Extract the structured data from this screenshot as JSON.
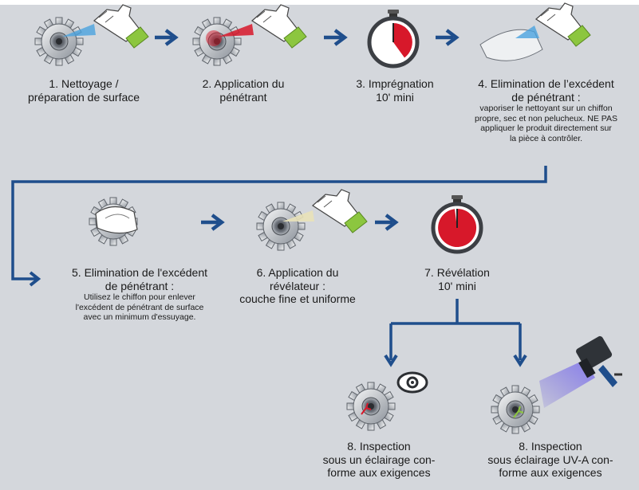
{
  "colors": {
    "background": "#d4d7dc",
    "arrow": "#1f4e8c",
    "accent_red": "#d7182a",
    "glove_green": "#8cc63f",
    "uv_violet": "#6b5bd6",
    "gear": "#9aa0a8"
  },
  "steps": [
    {
      "title_line1": "1. Nettoyage /",
      "title_line2": "préparation de surface",
      "icon": "gear-spray-blue-icon"
    },
    {
      "title_line1": "2. Application du",
      "title_line2": "pénétrant",
      "icon": "gear-spray-red-icon"
    },
    {
      "title_line1": "3. Imprégnation",
      "detail": "10' mini",
      "icon": "stopwatch-icon"
    },
    {
      "title_line1": "4. Elimination de l’excédent",
      "title_line2": "de pénétrant :",
      "note_line1": "vaporiser le nettoyant sur un chiffon",
      "note_line2": "propre, sec et non pelucheux. NE PAS",
      "note_line3": "appliquer le produit directement sur",
      "note_line4": "la pièce à contrôler.",
      "icon": "cloth-spray-icon"
    },
    {
      "title_line1": "5. Elimination de l'excédent",
      "title_line2": "de pénétrant :",
      "note_line1": "Utilisez le chiffon pour enlever",
      "note_line2": "l'excédent de pénétrant de surface",
      "note_line3": "avec un minimum d'essuyage.",
      "icon": "gear-wipe-icon"
    },
    {
      "title_line1": "6. Application du",
      "title_line2": "révélateur :",
      "detail": "couche fine et uniforme",
      "icon": "gear-spray-developer-icon"
    },
    {
      "title_line1": "7. Révélation",
      "detail": "10' mini",
      "icon": "stopwatch-full-icon"
    },
    {
      "title_line1": "8. Inspection",
      "detail_line1": "sous un éclairage con-",
      "detail_line2": "forme aux exigences",
      "icon": "gear-eye-inspection-icon"
    },
    {
      "title_line1": "8. Inspection",
      "detail_line1": "sous éclairage UV-A con-",
      "detail_line2": "forme aux exigences",
      "icon": "gear-uv-lamp-inspection-icon"
    }
  ]
}
